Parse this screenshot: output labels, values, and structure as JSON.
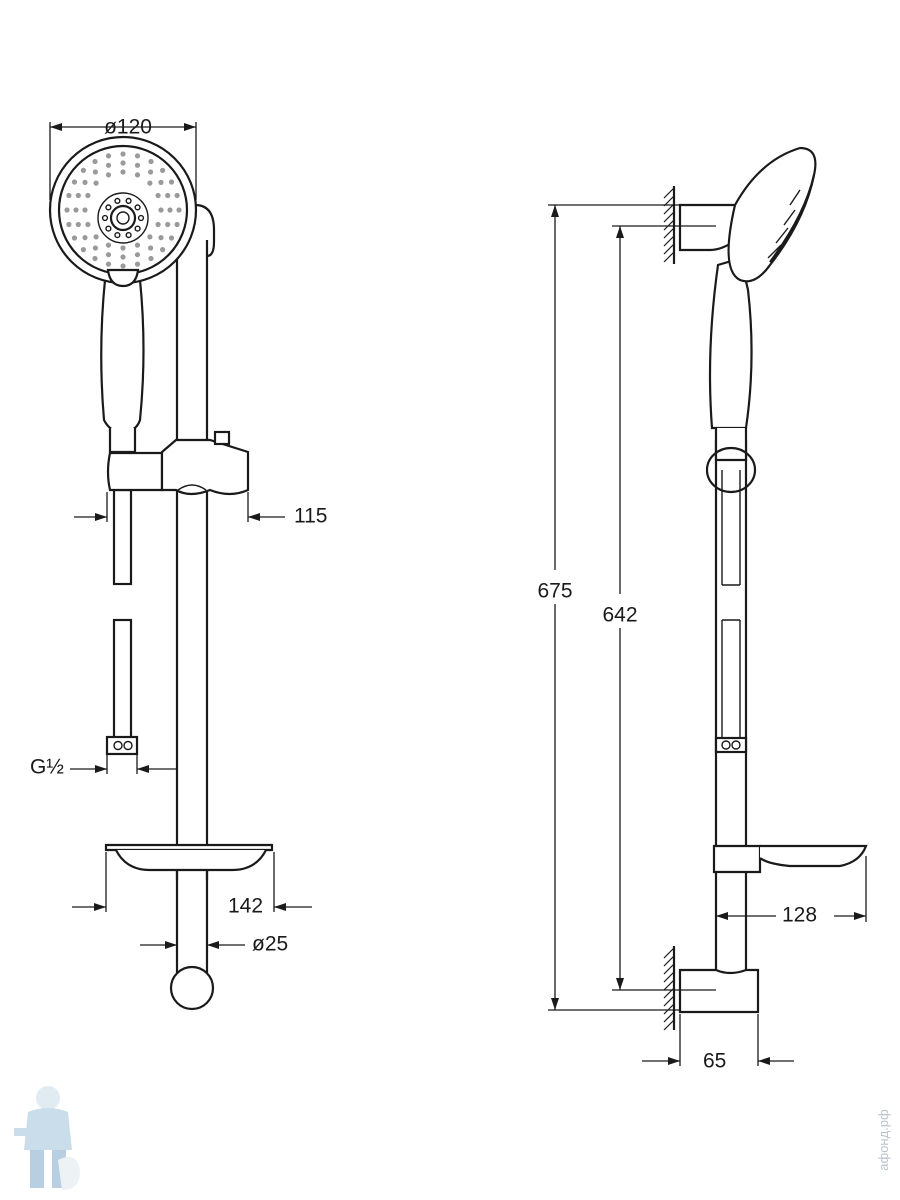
{
  "dimensions": {
    "head_diameter": "ø120",
    "holder_projection": "115",
    "connection_thread": "G½",
    "dish_projection_front": "142",
    "rail_diameter": "ø25",
    "overall_height": "675",
    "bracket_spacing": "642",
    "dish_projection_side": "128",
    "wall_bracket_depth": "65"
  },
  "watermark": {
    "text": "афонд.рф"
  }
}
